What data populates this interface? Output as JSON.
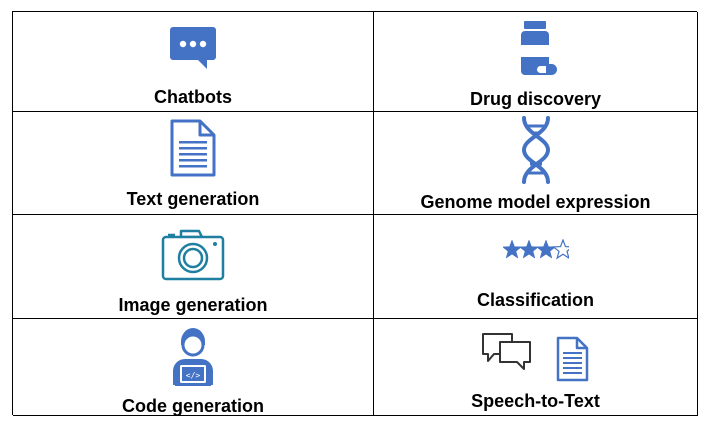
{
  "colors": {
    "icon_blue": "#4472C4",
    "camera_teal": "#1F7FA0",
    "border": "#000000"
  },
  "cells": [
    {
      "label": "Chatbots",
      "icon": "chat-bubble-icon"
    },
    {
      "label": "Drug discovery",
      "icon": "pill-bottle-icon"
    },
    {
      "label": "Text generation",
      "icon": "document-icon"
    },
    {
      "label": "Genome model expression",
      "icon": "dna-icon"
    },
    {
      "label": "Image generation",
      "icon": "camera-icon"
    },
    {
      "label": "Classification",
      "icon": "star-rating-icon",
      "rating": {
        "filled": 3,
        "total": 4
      }
    },
    {
      "label": "Code generation",
      "icon": "developer-icon"
    },
    {
      "label": "Speech-to-Text",
      "icon": "speech-to-text-icon"
    }
  ]
}
